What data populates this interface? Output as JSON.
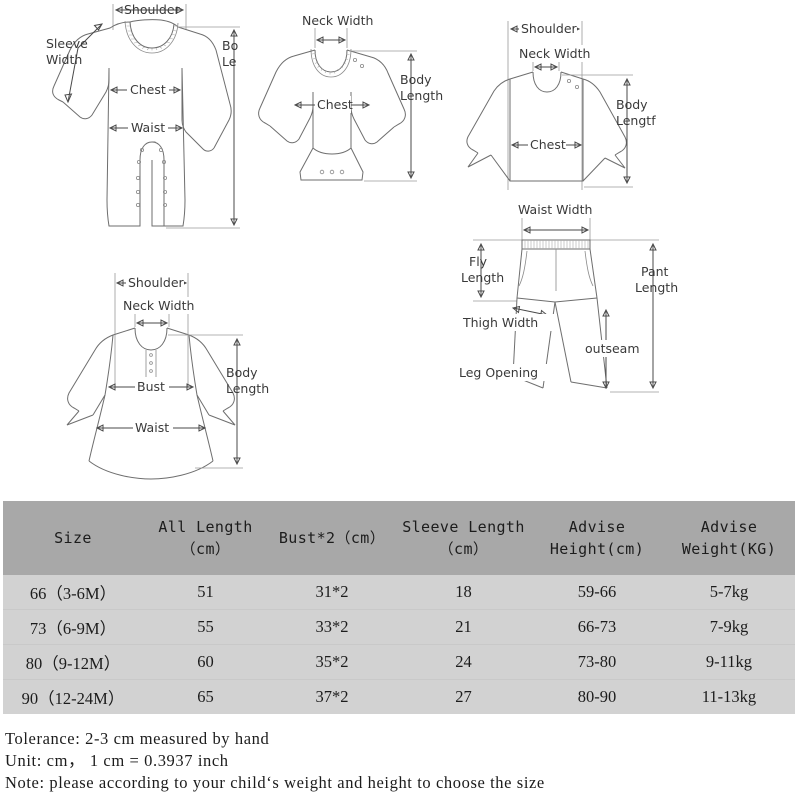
{
  "diagrams": {
    "romper": {
      "name": "Baby romper / jumpsuit measurement diagram",
      "labels": {
        "shoulder": "Shoulder",
        "sleeve_width_line1": "Sleeve",
        "sleeve_width_line2": "Width",
        "chest": "Chest",
        "waist": "Waist",
        "body_length_line1": "Bo",
        "body_length_line2": "Le"
      }
    },
    "bodysuit": {
      "name": "Baby bodysuit / onesie measurement diagram",
      "labels": {
        "neck_width": "Neck Width",
        "chest": "Chest",
        "body_length_line1": "Body",
        "body_length_line2": "Length"
      }
    },
    "top": {
      "name": "Baby top / sweatshirt measurement diagram",
      "labels": {
        "shoulder": "Shoulder",
        "neck_width": "Neck Width",
        "chest": "Chest",
        "body_length_line1": "Body",
        "body_length_line2": "Lengtf"
      }
    },
    "dress": {
      "name": "Baby dress measurement diagram",
      "labels": {
        "shoulder": "Shoulder",
        "neck_width": "Neck Width",
        "bust": "Bust",
        "waist": "Waist",
        "body_length_line1": "Body",
        "body_length_line2": "Length"
      }
    },
    "pants": {
      "name": "Baby pants measurement diagram",
      "labels": {
        "waist_width": "Waist Width",
        "fly_length_line1": "Fly",
        "fly_length_line2": "Length",
        "pant_length_line1": "Pant",
        "pant_length_line2": "Length",
        "thigh_width": "Thigh Width",
        "outseam": "outseam",
        "leg_opening": "Leg Opening"
      }
    }
  },
  "table": {
    "headers": [
      {
        "line1": "Size",
        "line2": ""
      },
      {
        "line1": "All Length",
        "line2": "（cm）"
      },
      {
        "line1": "Bust*2（cm）",
        "line2": ""
      },
      {
        "line1": "Sleeve Length",
        "line2": "（cm）"
      },
      {
        "line1": "Advise",
        "line2": "Height(cm)"
      },
      {
        "line1": "Advise",
        "line2": "Weight(KG)"
      }
    ],
    "rows": [
      {
        "size": "66（3-6M）",
        "all_length": "51",
        "bust": "31*2",
        "sleeve_length": "18",
        "advise_height": "59-66",
        "advise_weight": "5-7kg"
      },
      {
        "size": "73（6-9M）",
        "all_length": "55",
        "bust": "33*2",
        "sleeve_length": "21",
        "advise_height": "66-73",
        "advise_weight": "7-9kg"
      },
      {
        "size": "80（9-12M）",
        "all_length": "60",
        "bust": "35*2",
        "sleeve_length": "24",
        "advise_height": "73-80",
        "advise_weight": "9-11kg"
      },
      {
        "size": "90（12-24M）",
        "all_length": "65",
        "bust": "37*2",
        "sleeve_length": "27",
        "advise_height": "80-90",
        "advise_weight": "11-13kg"
      }
    ]
  },
  "notes": {
    "tolerance": "Tolerance: 2-3 cm measured by hand",
    "unit": "Unit: cm，  1 cm = 0.3937 inch",
    "note": "Note: please according to your child‘s weight and height to choose the size"
  },
  "colors": {
    "header_bg": "#a8a8a8",
    "row_bg": "#d2d2d2",
    "line": "#6e6e6e",
    "text": "#1c1c1c",
    "page_bg": "#ffffff"
  }
}
